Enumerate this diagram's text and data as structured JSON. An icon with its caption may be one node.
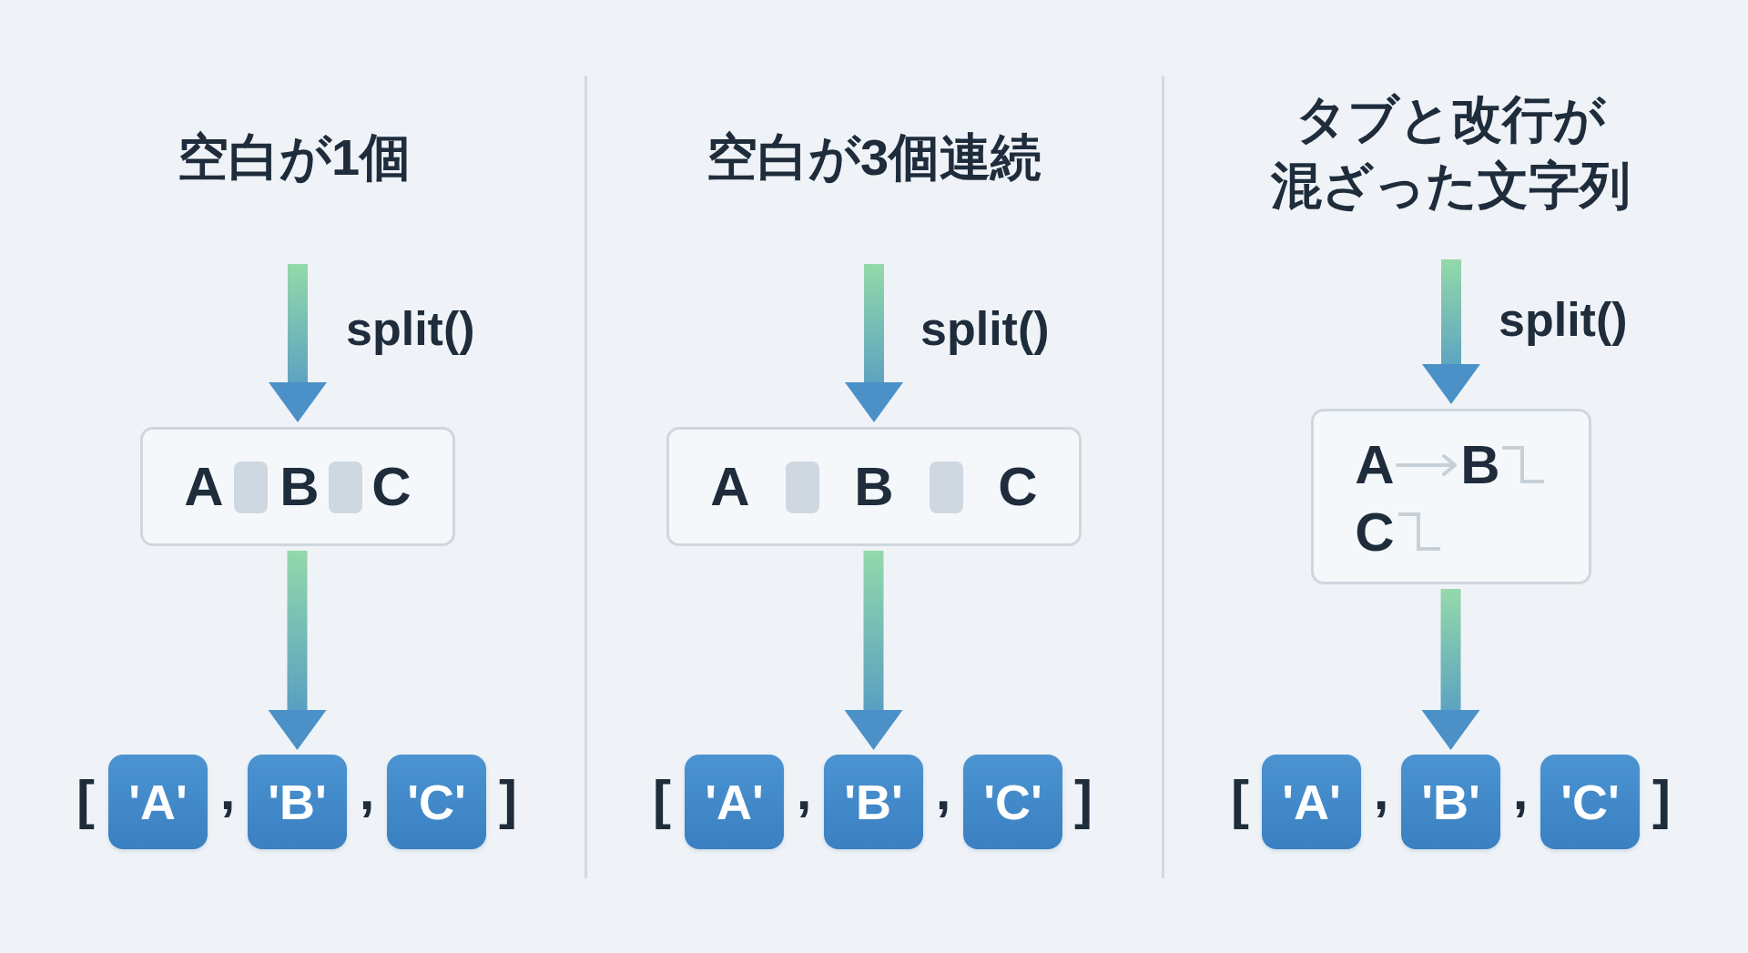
{
  "diagram": {
    "nodes": [
      {
        "text": [
          "A",
          "B",
          "C"
        ]
      },
      {
        "text": [
          "'A'"
        ]
      },
      {
        "text": [
          "'B'"
        ]
      },
      {
        "text": [
          "'C'"
        ]
      },
      {
        "text": [
          "A",
          "B",
          "C"
        ]
      },
      {
        "text": [
          "'A'"
        ]
      },
      {
        "text": [
          "'B'"
        ]
      },
      {
        "text": [
          "'C'"
        ]
      },
      {
        "text": [
          "A",
          "B",
          "C"
        ]
      },
      {
        "text": [
          "'A'"
        ]
      },
      {
        "text": [
          "'B'"
        ]
      },
      {
        "text": [
          "'C'"
        ]
      }
    ],
    "edges": [
      {
        "from": null,
        "to": 0,
        "arrow": "to",
        "label": "split()"
      },
      {
        "from": 0,
        "to": 2,
        "arrow": "to"
      },
      {
        "from": null,
        "to": 4,
        "arrow": "to",
        "label": "split()"
      },
      {
        "from": 4,
        "to": 6,
        "arrow": "to"
      },
      {
        "from": null,
        "to": 8,
        "arrow": "to",
        "label": "split()"
      },
      {
        "from": 8,
        "to": 10,
        "arrow": "to"
      }
    ],
    "labels": [
      "空白が1個",
      "[",
      ",",
      ",",
      "]",
      "空白が3個連続",
      "[",
      ",",
      ",",
      "]",
      "タブと改行が混ざった文字列",
      "[",
      ",",
      ",",
      "]"
    ]
  }
}
